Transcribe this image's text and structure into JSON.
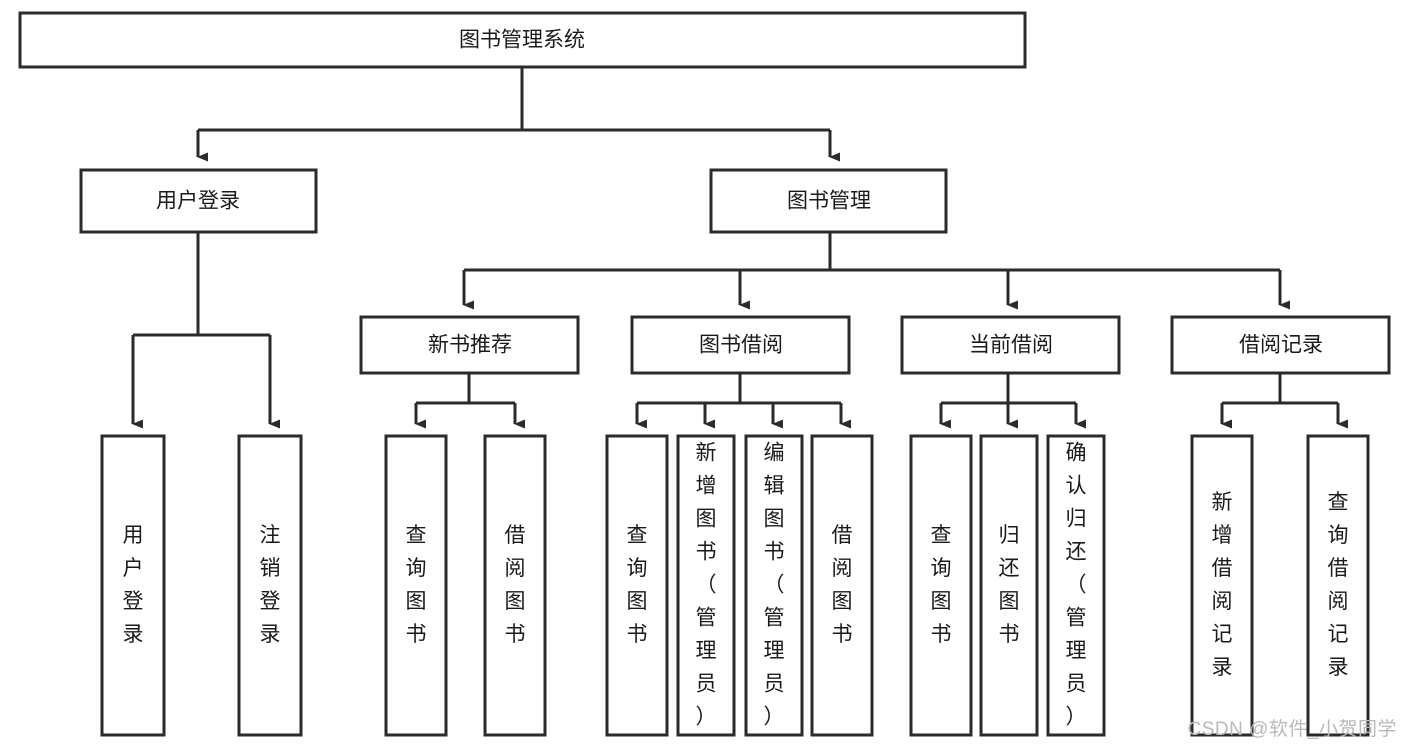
{
  "diagram": {
    "title": "图书管理系统",
    "type": "tree",
    "watermark": "CSDN @软件_小贺同学",
    "colors": {
      "box_stroke": "#2b2b2b",
      "box_fill": "#ffffff",
      "text": "#1a1a1a",
      "connector": "#2b2b2b",
      "watermark": "#b9b9b9",
      "background": "#ffffff"
    },
    "levels": {
      "root": {
        "label": "图书管理系统"
      },
      "level2": [
        {
          "id": "user-login",
          "label": "用户登录"
        },
        {
          "id": "book-management",
          "label": "图书管理"
        }
      ],
      "level3": [
        {
          "id": "new-book-recommend",
          "label": "新书推荐",
          "parent": "book-management"
        },
        {
          "id": "book-borrow",
          "label": "图书借阅",
          "parent": "book-management"
        },
        {
          "id": "current-borrow",
          "label": "当前借阅",
          "parent": "book-management"
        },
        {
          "id": "borrow-record",
          "label": "借阅记录",
          "parent": "book-management"
        }
      ],
      "leaves": [
        {
          "id": "leaf-user-login",
          "label": "用户登录",
          "parent": "user-login"
        },
        {
          "id": "leaf-logout-login",
          "label": "注销登录",
          "parent": "user-login"
        },
        {
          "id": "leaf-query-book-1",
          "label": "查询图书",
          "parent": "new-book-recommend"
        },
        {
          "id": "leaf-borrow-book-1",
          "label": "借阅图书",
          "parent": "new-book-recommend"
        },
        {
          "id": "leaf-query-book-2",
          "label": "查询图书",
          "parent": "book-borrow"
        },
        {
          "id": "leaf-add-book",
          "label": "新增图书（管理员）",
          "parent": "book-borrow"
        },
        {
          "id": "leaf-edit-book",
          "label": "编辑图书（管理员）",
          "parent": "book-borrow"
        },
        {
          "id": "leaf-borrow-book-2",
          "label": "借阅图书",
          "parent": "book-borrow"
        },
        {
          "id": "leaf-query-book-3",
          "label": "查询图书",
          "parent": "current-borrow"
        },
        {
          "id": "leaf-return-book",
          "label": "归还图书",
          "parent": "current-borrow"
        },
        {
          "id": "leaf-confirm-return",
          "label": "确认归还（管理员）",
          "parent": "current-borrow"
        },
        {
          "id": "leaf-add-record",
          "label": "新增借阅记录",
          "parent": "borrow-record"
        },
        {
          "id": "leaf-query-record",
          "label": "查询借阅记录",
          "parent": "borrow-record"
        }
      ]
    }
  }
}
